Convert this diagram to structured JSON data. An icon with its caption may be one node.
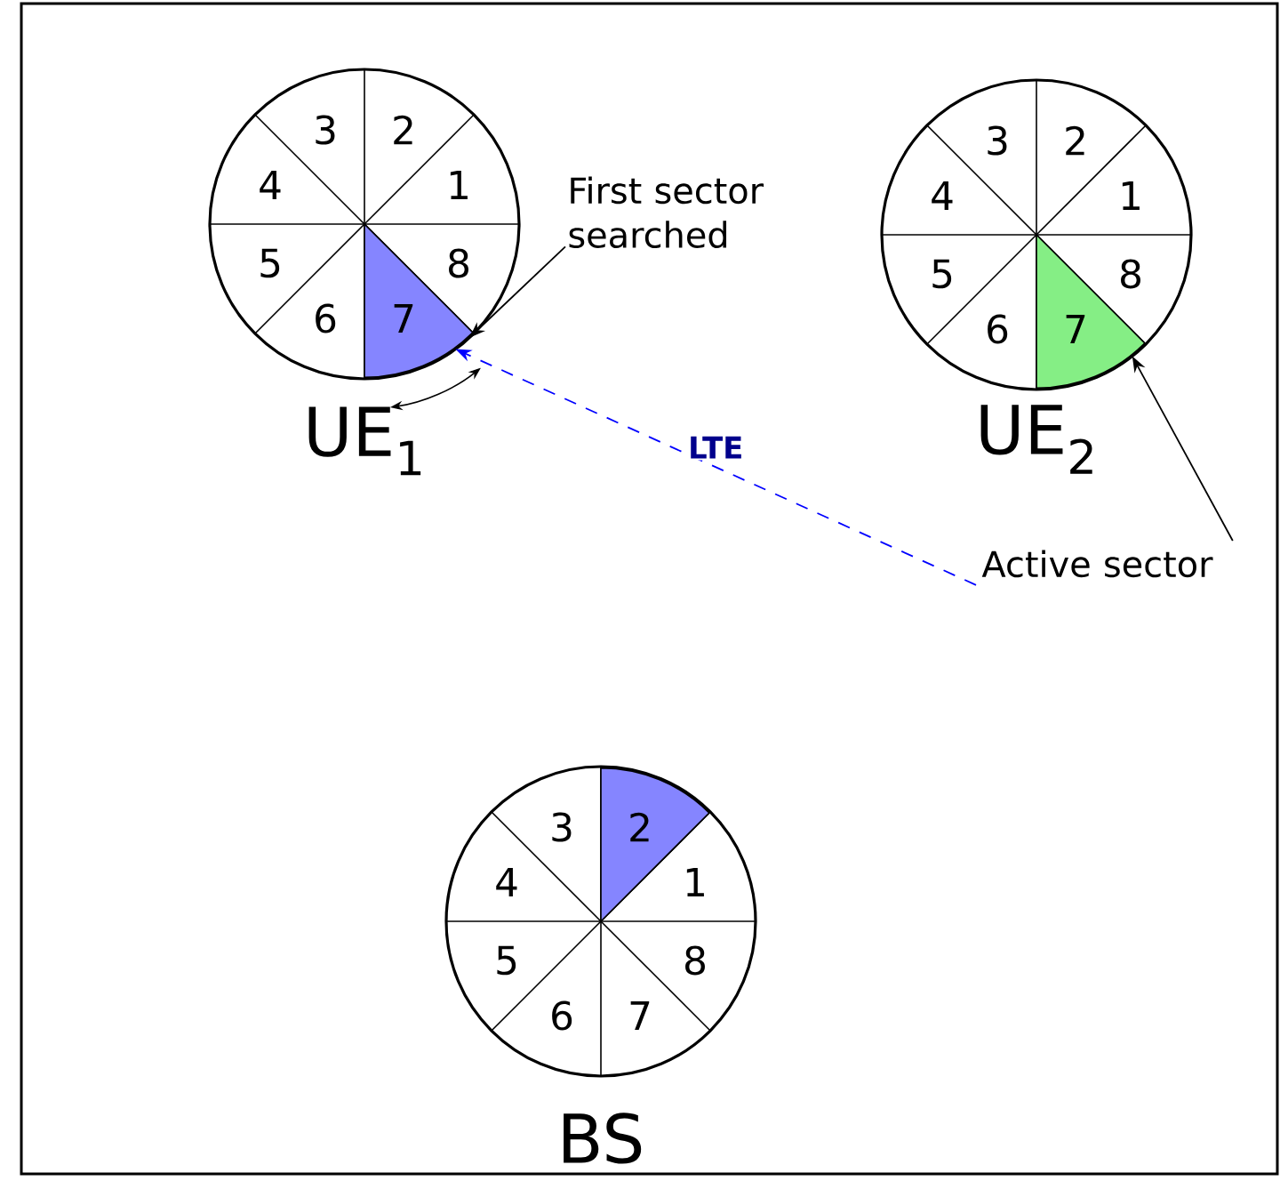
{
  "diagram": {
    "nodes": [
      {
        "text": [
          "UE$_{1}$"
        ]
      },
      {
        "text": [
          "1"
        ],
        "in": 0
      },
      {
        "text": [
          "2"
        ],
        "in": 0
      },
      {
        "text": [
          "3"
        ],
        "in": 0
      },
      {
        "text": [
          "4"
        ],
        "in": 0
      },
      {
        "text": [
          "5"
        ],
        "in": 0
      },
      {
        "text": [
          "6"
        ],
        "in": 0
      },
      {
        "text": [
          "7"
        ],
        "in": 0
      },
      {
        "text": [
          "8"
        ],
        "in": 0
      },
      {
        "text": [
          "First sector searched"
        ]
      },
      {
        "text": [
          "UE$_{2}$"
        ]
      },
      {
        "text": [
          "1"
        ],
        "in": 10
      },
      {
        "text": [
          "2"
        ],
        "in": 10
      },
      {
        "text": [
          "3"
        ],
        "in": 10
      },
      {
        "text": [
          "4"
        ],
        "in": 10
      },
      {
        "text": [
          "5"
        ],
        "in": 10
      },
      {
        "text": [
          "6"
        ],
        "in": 10
      },
      {
        "text": [
          "7"
        ],
        "in": 10
      },
      {
        "text": [
          "8"
        ],
        "in": 10
      },
      {
        "text": [
          "Active sector"
        ]
      },
      {
        "text": [
          "BS"
        ]
      },
      {
        "text": [
          "1"
        ],
        "in": 20
      },
      {
        "text": [
          "2"
        ],
        "in": 20
      },
      {
        "text": [
          "3"
        ],
        "in": 20
      },
      {
        "text": [
          "4"
        ],
        "in": 20
      },
      {
        "text": [
          "5"
        ],
        "in": 20
      },
      {
        "text": [
          "6"
        ],
        "in": 20
      },
      {
        "text": [
          "7"
        ],
        "in": 20
      },
      {
        "text": [
          "8"
        ],
        "in": 20
      }
    ],
    "edges": [
      {
        "from": 9,
        "to": 7,
        "arrow": "to"
      },
      {
        "from": 19,
        "to": 7,
        "arrow": "to",
        "label": "LTE",
        "style": "dashed",
        "color": "#0000ff"
      },
      {
        "from": 19,
        "to": 17,
        "arrow": "to"
      }
    ]
  }
}
